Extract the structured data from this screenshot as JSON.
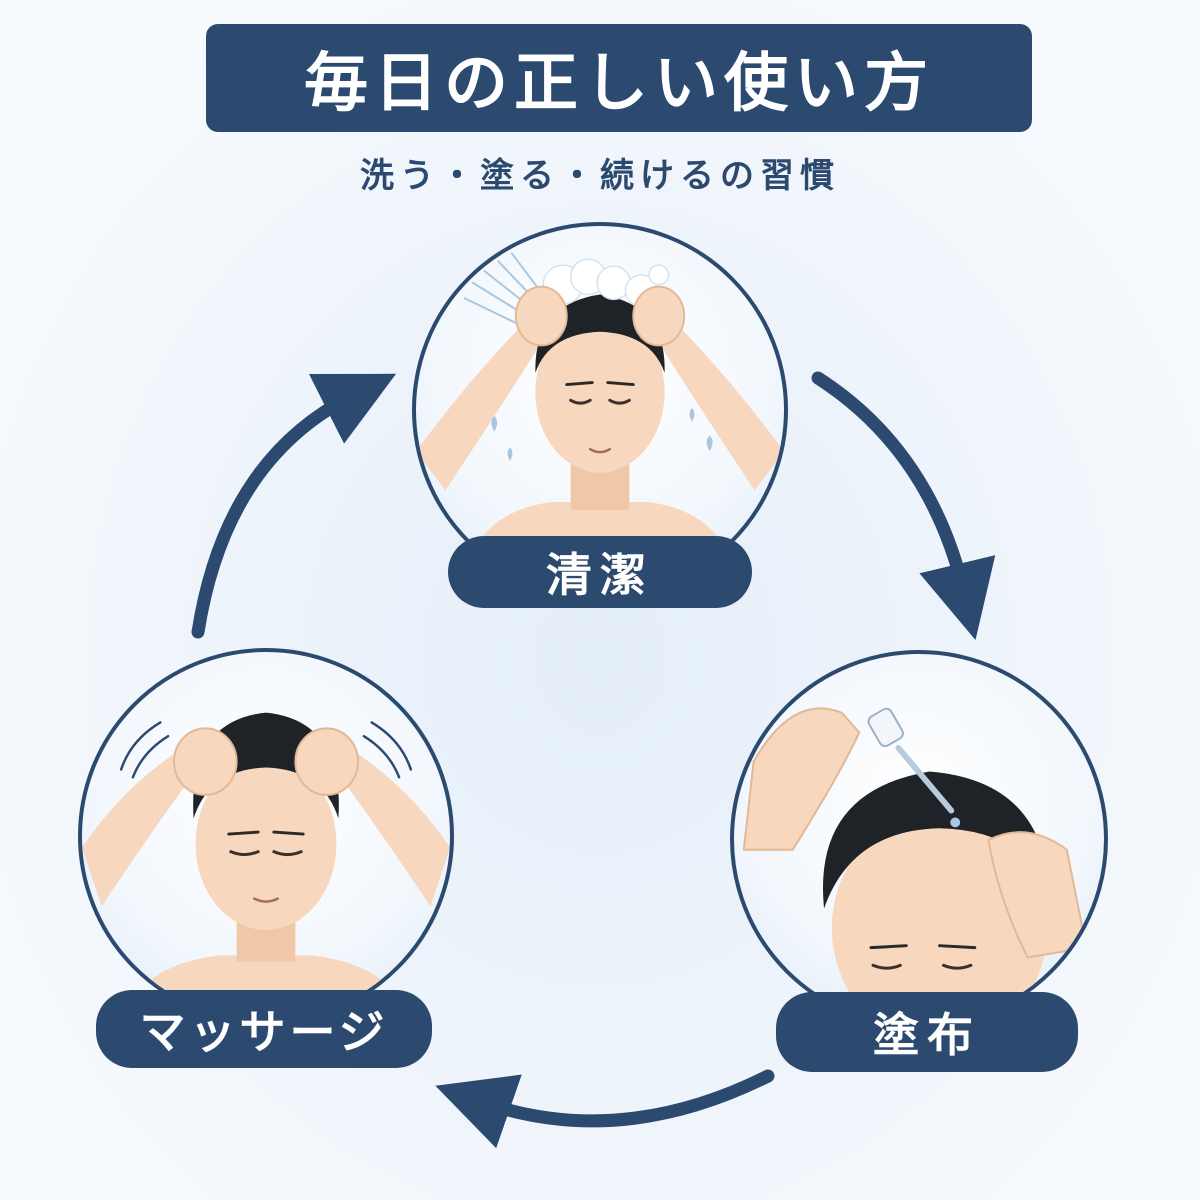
{
  "header": {
    "title": "毎日の正しい使い方",
    "subtitle": "洗う・塗る・続けるの習慣"
  },
  "steps": [
    {
      "label": "清潔"
    },
    {
      "label": "塗布"
    },
    {
      "label": "マッサージ"
    }
  ],
  "colors": {
    "accent": "#2c4a70",
    "skin": "#f7d7bd",
    "hair": "#1f2328",
    "foam": "#ffffff",
    "background": "#e8f0f9"
  }
}
